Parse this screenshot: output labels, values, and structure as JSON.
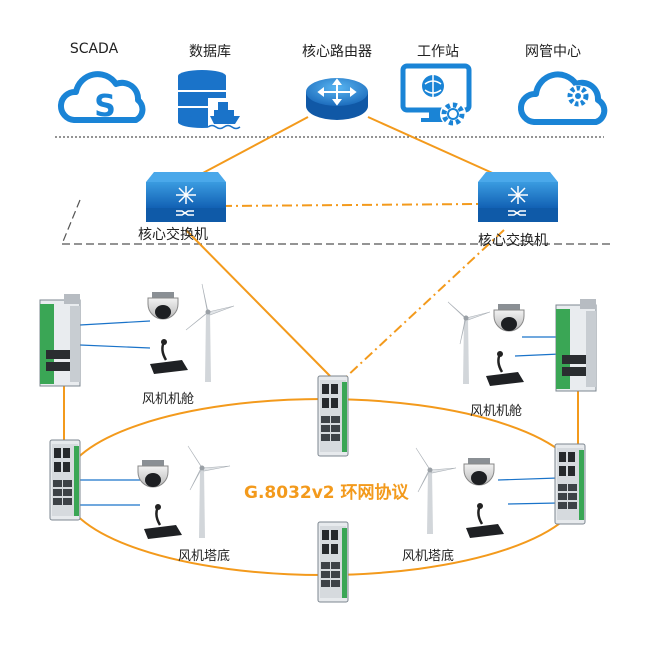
{
  "top_row": {
    "scada_label": "SCADA",
    "database_label": "数据库",
    "core_router_label": "核心路由器",
    "workstation_label": "工作站",
    "nms_center_label": "网管中心"
  },
  "core_switches": {
    "left_label": "核心交换机",
    "right_label": "核心交换机"
  },
  "field": {
    "nacelle_left_label": "风机机舱",
    "nacelle_right_label": "风机机舱",
    "tower_base_left_label": "风机塔底",
    "tower_base_right_label": "风机塔底"
  },
  "ring": {
    "protocol_label": "G.8032v2 环网协议"
  },
  "colors": {
    "link_orange": "#f39a1c",
    "icon_blue": "#1a73c9",
    "switch_green": "#3aa655",
    "dark_gray": "#333333"
  }
}
